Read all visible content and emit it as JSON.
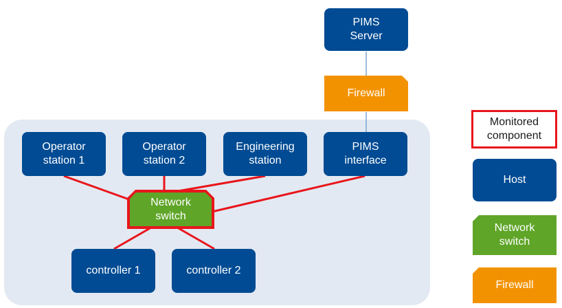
{
  "nodes": {
    "pims_server": "PIMS\nServer",
    "firewall": "Firewall",
    "operator_station_1": "Operator\nstation 1",
    "operator_station_2": "Operator\nstation 2",
    "engineering_station": "Engineering\nstation",
    "pims_interface": "PIMS\ninterface",
    "network_switch": "Network\nswitch",
    "controller_1": "controller 1",
    "controller_2": "controller 2"
  },
  "legend": {
    "monitored": "Monitored\ncomponent",
    "host": "Host",
    "network_switch": "Network\nswitch",
    "firewall": "Firewall"
  },
  "colors": {
    "host": "#004b93",
    "firewall": "#f39200",
    "switch": "#5fa528",
    "monitored_link": "#e8151b",
    "zone": "#e3e9f2",
    "uplink": "#7aa6d1"
  }
}
